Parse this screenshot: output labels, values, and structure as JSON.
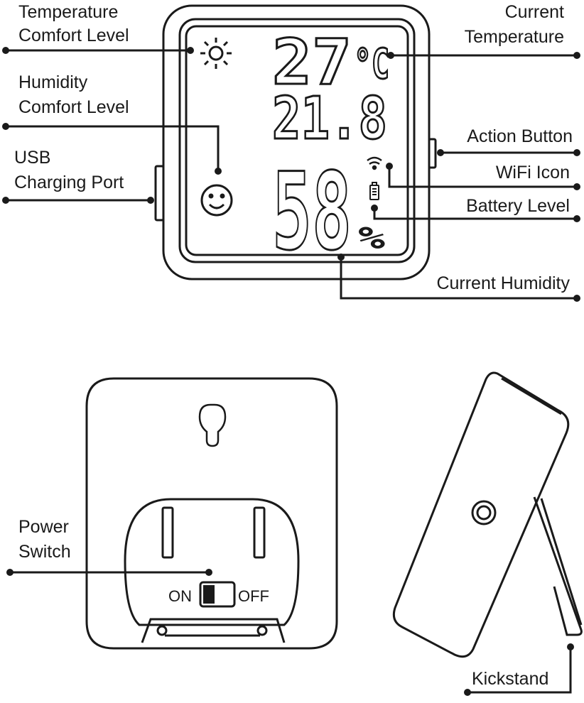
{
  "labels": {
    "temp_comfort_1": "Temperature",
    "temp_comfort_2": "Comfort Level",
    "humidity_comfort_1": "Humidity",
    "humidity_comfort_2": "Comfort Level",
    "usb_1": "USB",
    "usb_2": "Charging Port",
    "current_temp_1": "Current",
    "current_temp_2": "Temperature",
    "action_button": "Action Button",
    "wifi_icon": "WiFi Icon",
    "battery_level": "Battery Level",
    "current_humidity": "Current Humidity",
    "power_switch_1": "Power",
    "power_switch_2": "Switch",
    "kickstand": "Kickstand"
  },
  "display": {
    "temperature_int": "27",
    "temperature_unit": "°C",
    "temperature_decimal": "21.8",
    "humidity": "58",
    "humidity_unit": "%"
  },
  "switch": {
    "on": "ON",
    "off": "OFF"
  },
  "colors": {
    "line": "#1a1a1a",
    "background": "#ffffff"
  }
}
